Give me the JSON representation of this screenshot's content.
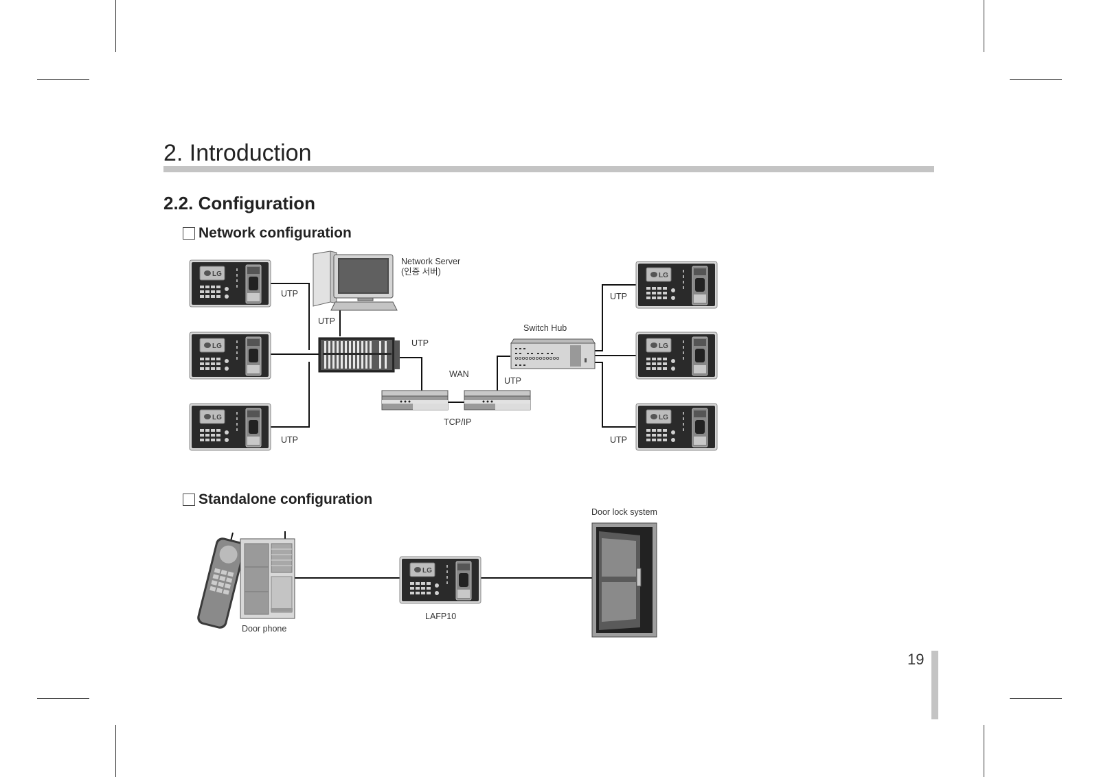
{
  "heading": "2. Introduction",
  "section": "2.2. Configuration",
  "subsections": {
    "network": "Network configuration",
    "standalone": "Standalone configuration"
  },
  "network_labels": {
    "server_line1": "Network Server",
    "server_line2": "(인증 서버)",
    "utp": "UTP",
    "switch_hub": "Switch Hub",
    "wan": "WAN",
    "tcpip": "TCP/IP"
  },
  "standalone_labels": {
    "door_lock": "Door lock system",
    "door_phone": "Door phone",
    "device": "LAFP10"
  },
  "device_logo": "LG",
  "page_number": "19"
}
